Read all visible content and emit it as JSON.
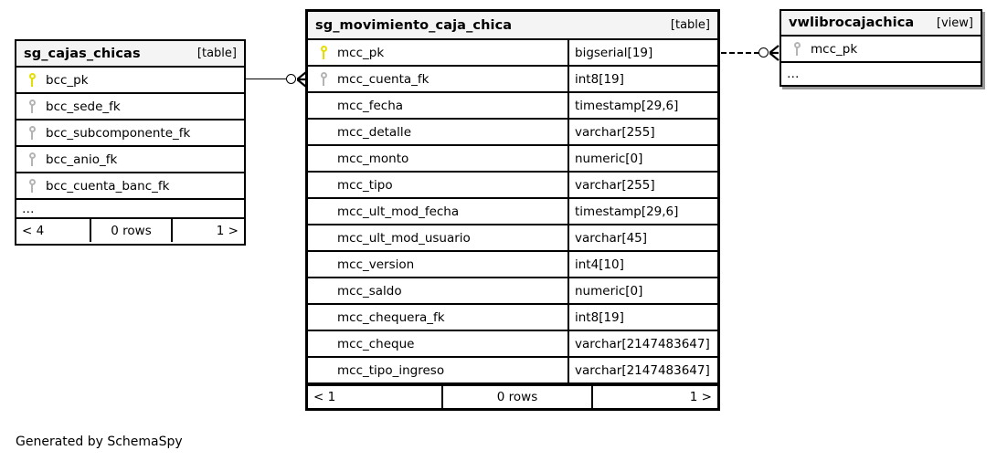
{
  "diagram": {
    "caption": "Generated by SchemaSpy",
    "key_icon_pk_color": "#e6dd00",
    "key_icon_fk_color": "#b4b4b4",
    "header_background": "#f4f4f4",
    "border_color": "#000000"
  },
  "tables": {
    "cajas_chicas": {
      "name": "sg_cajas_chicas",
      "kind": "[table]",
      "columns": [
        {
          "name": "bcc_pk",
          "key": "pk"
        },
        {
          "name": "bcc_sede_fk",
          "key": "fk"
        },
        {
          "name": "bcc_subcomponente_fk",
          "key": "fk"
        },
        {
          "name": "bcc_anio_fk",
          "key": "fk"
        },
        {
          "name": "bcc_cuenta_banc_fk",
          "key": "fk"
        }
      ],
      "more_indicator": "…",
      "footer": {
        "left": "< 4",
        "center": "0 rows",
        "right": "1 >"
      }
    },
    "movimiento_caja_chica": {
      "name": "sg_movimiento_caja_chica",
      "kind": "[table]",
      "columns": [
        {
          "name": "mcc_pk",
          "type": "bigserial[19]",
          "key": "pk"
        },
        {
          "name": "mcc_cuenta_fk",
          "type": "int8[19]",
          "key": "fk"
        },
        {
          "name": "mcc_fecha",
          "type": "timestamp[29,6]",
          "key": "none"
        },
        {
          "name": "mcc_detalle",
          "type": "varchar[255]",
          "key": "none"
        },
        {
          "name": "mcc_monto",
          "type": "numeric[0]",
          "key": "none"
        },
        {
          "name": "mcc_tipo",
          "type": "varchar[255]",
          "key": "none"
        },
        {
          "name": "mcc_ult_mod_fecha",
          "type": "timestamp[29,6]",
          "key": "none"
        },
        {
          "name": "mcc_ult_mod_usuario",
          "type": "varchar[45]",
          "key": "none"
        },
        {
          "name": "mcc_version",
          "type": "int4[10]",
          "key": "none"
        },
        {
          "name": "mcc_saldo",
          "type": "numeric[0]",
          "key": "none"
        },
        {
          "name": "mcc_chequera_fk",
          "type": "int8[19]",
          "key": "none"
        },
        {
          "name": "mcc_cheque",
          "type": "varchar[2147483647]",
          "key": "none"
        },
        {
          "name": "mcc_tipo_ingreso",
          "type": "varchar[2147483647]",
          "key": "none"
        }
      ],
      "footer": {
        "left": "< 1",
        "center": "0 rows",
        "right": "1 >"
      }
    },
    "vwlibrocajachica": {
      "name": "vwlibrocajachica",
      "kind": "[view]",
      "columns": [
        {
          "name": "mcc_pk",
          "key": "fk"
        }
      ],
      "more_indicator": "…"
    }
  }
}
